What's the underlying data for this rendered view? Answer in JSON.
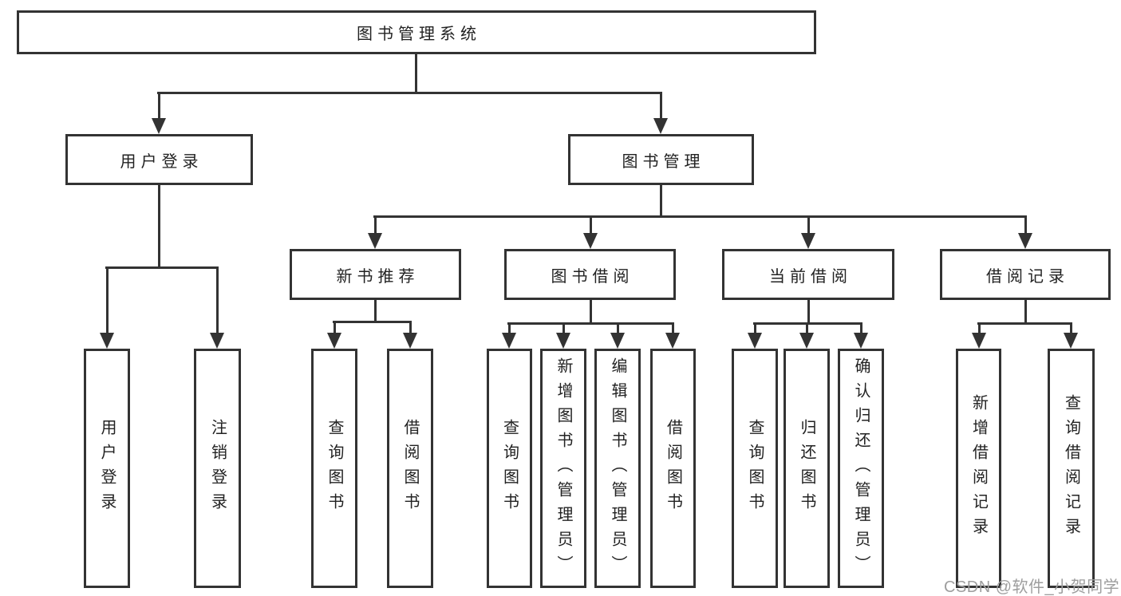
{
  "diagram": {
    "root": {
      "label": "图书管理系统"
    },
    "level2": [
      {
        "label": "用户登录",
        "leaves": [
          {
            "label": "用户登录"
          },
          {
            "label": "注销登录"
          }
        ]
      },
      {
        "label": "图书管理",
        "children": [
          {
            "label": "新书推荐",
            "leaves": [
              {
                "label": "查询图书"
              },
              {
                "label": "借阅图书"
              }
            ]
          },
          {
            "label": "图书借阅",
            "leaves": [
              {
                "label": "查询图书"
              },
              {
                "label": "新增图书（管理员）"
              },
              {
                "label": "编辑图书（管理员）"
              },
              {
                "label": "借阅图书"
              }
            ]
          },
          {
            "label": "当前借阅",
            "leaves": [
              {
                "label": "查询图书"
              },
              {
                "label": "归还图书"
              },
              {
                "label": "确认归还（管理员）"
              }
            ]
          },
          {
            "label": "借阅记录",
            "leaves": [
              {
                "label": "新增借阅记录"
              },
              {
                "label": "查询借阅记录"
              }
            ]
          }
        ]
      }
    ]
  },
  "watermark": {
    "text": "CSDN @软件_小贺同学"
  },
  "colors": {
    "line": "#333333",
    "box_border": "#333333",
    "text": "#222222",
    "watermark": "#9e9e9e",
    "background": "#ffffff"
  }
}
